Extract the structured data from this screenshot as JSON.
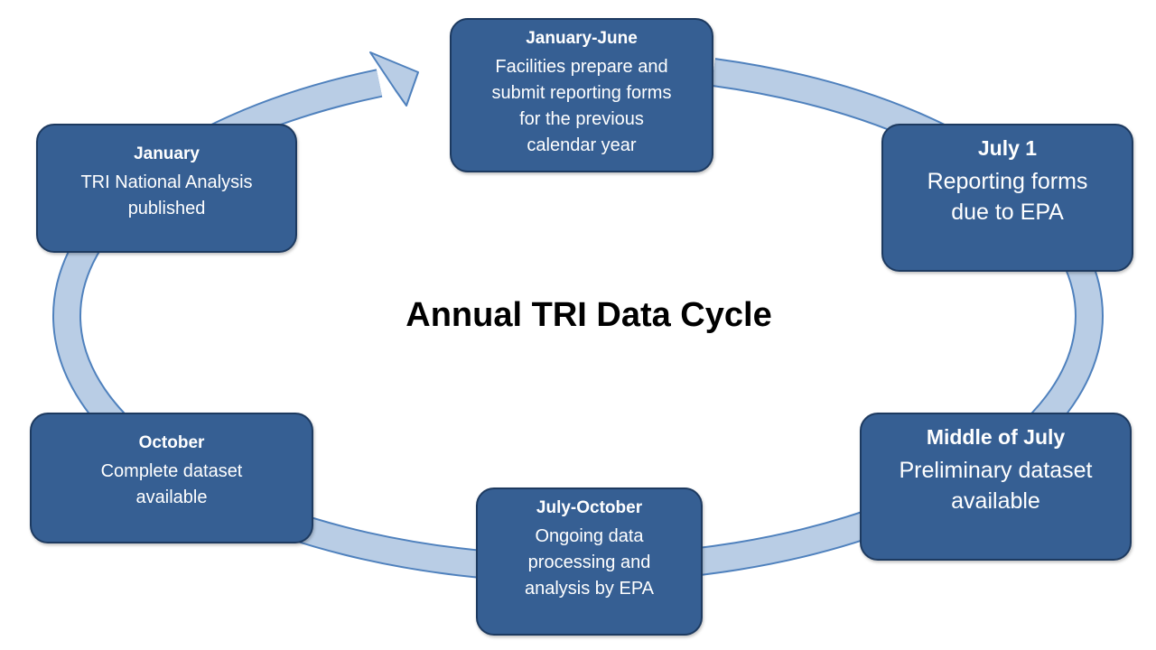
{
  "title": "Annual TRI Data Cycle",
  "colors": {
    "box_fill": "#365f93",
    "box_border": "#1d3a60",
    "ring_fill": "#b9cde5",
    "ring_border": "#4f81bd"
  },
  "stages": [
    {
      "heading": "January-June",
      "body": "Facilities prepare and\nsubmit reporting forms\nfor the previous\ncalendar year"
    },
    {
      "heading": "July 1",
      "body": "Reporting forms\ndue to EPA"
    },
    {
      "heading": "Middle of July",
      "body": "Preliminary dataset\navailable"
    },
    {
      "heading": "July-October",
      "body": "Ongoing data\nprocessing and\nanalysis by EPA"
    },
    {
      "heading": "October",
      "body": "Complete dataset\navailable"
    },
    {
      "heading": "January",
      "body": "TRI National Analysis\npublished"
    }
  ]
}
